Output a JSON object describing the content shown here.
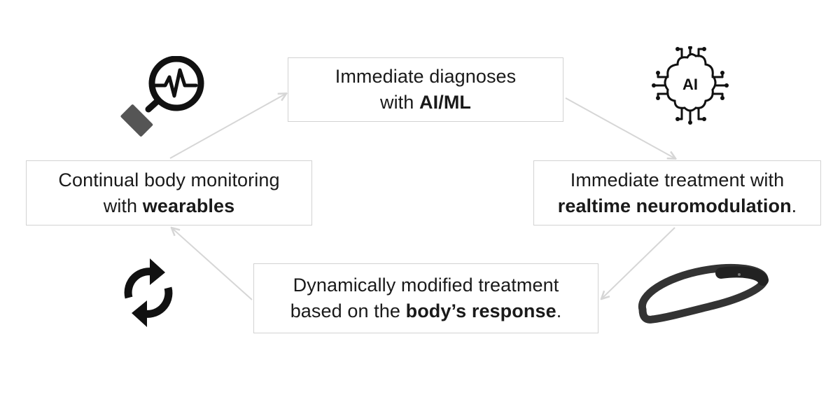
{
  "diagram": {
    "nodes": {
      "diagnoses": {
        "line1": "Immediate diagnoses",
        "line2_prefix": "with ",
        "line2_bold": "AI/ML",
        "line2_suffix": ""
      },
      "treatment": {
        "line1": "Immediate treatment with",
        "line2_prefix": "",
        "line2_bold": "realtime neuromodulation",
        "line2_suffix": "."
      },
      "response": {
        "line1": "Dynamically modified treatment",
        "line2_prefix": "based on the ",
        "line2_bold": "body’s response",
        "line2_suffix": "."
      },
      "monitoring": {
        "line1": "Continual body monitoring",
        "line2_prefix": "with ",
        "line2_bold": "wearables",
        "line2_suffix": ""
      }
    },
    "edges": [
      {
        "from": "monitoring",
        "to": "diagnoses"
      },
      {
        "from": "diagnoses",
        "to": "treatment"
      },
      {
        "from": "treatment",
        "to": "response"
      },
      {
        "from": "response",
        "to": "monitoring"
      }
    ],
    "icons": {
      "magnifier": "magnifier-heartbeat-icon",
      "ai": "ai-brain-circuit-icon",
      "refresh": "refresh-cycle-icon",
      "headband": "wearable-headband-icon"
    },
    "ai_badge_text": "AI",
    "colors": {
      "arrow": "#d6d6d6",
      "box_border": "#d2d2d2",
      "text": "#1a1a1a",
      "icon": "#111111",
      "magnifier_handle": "#555555",
      "headband": "#333333"
    }
  }
}
